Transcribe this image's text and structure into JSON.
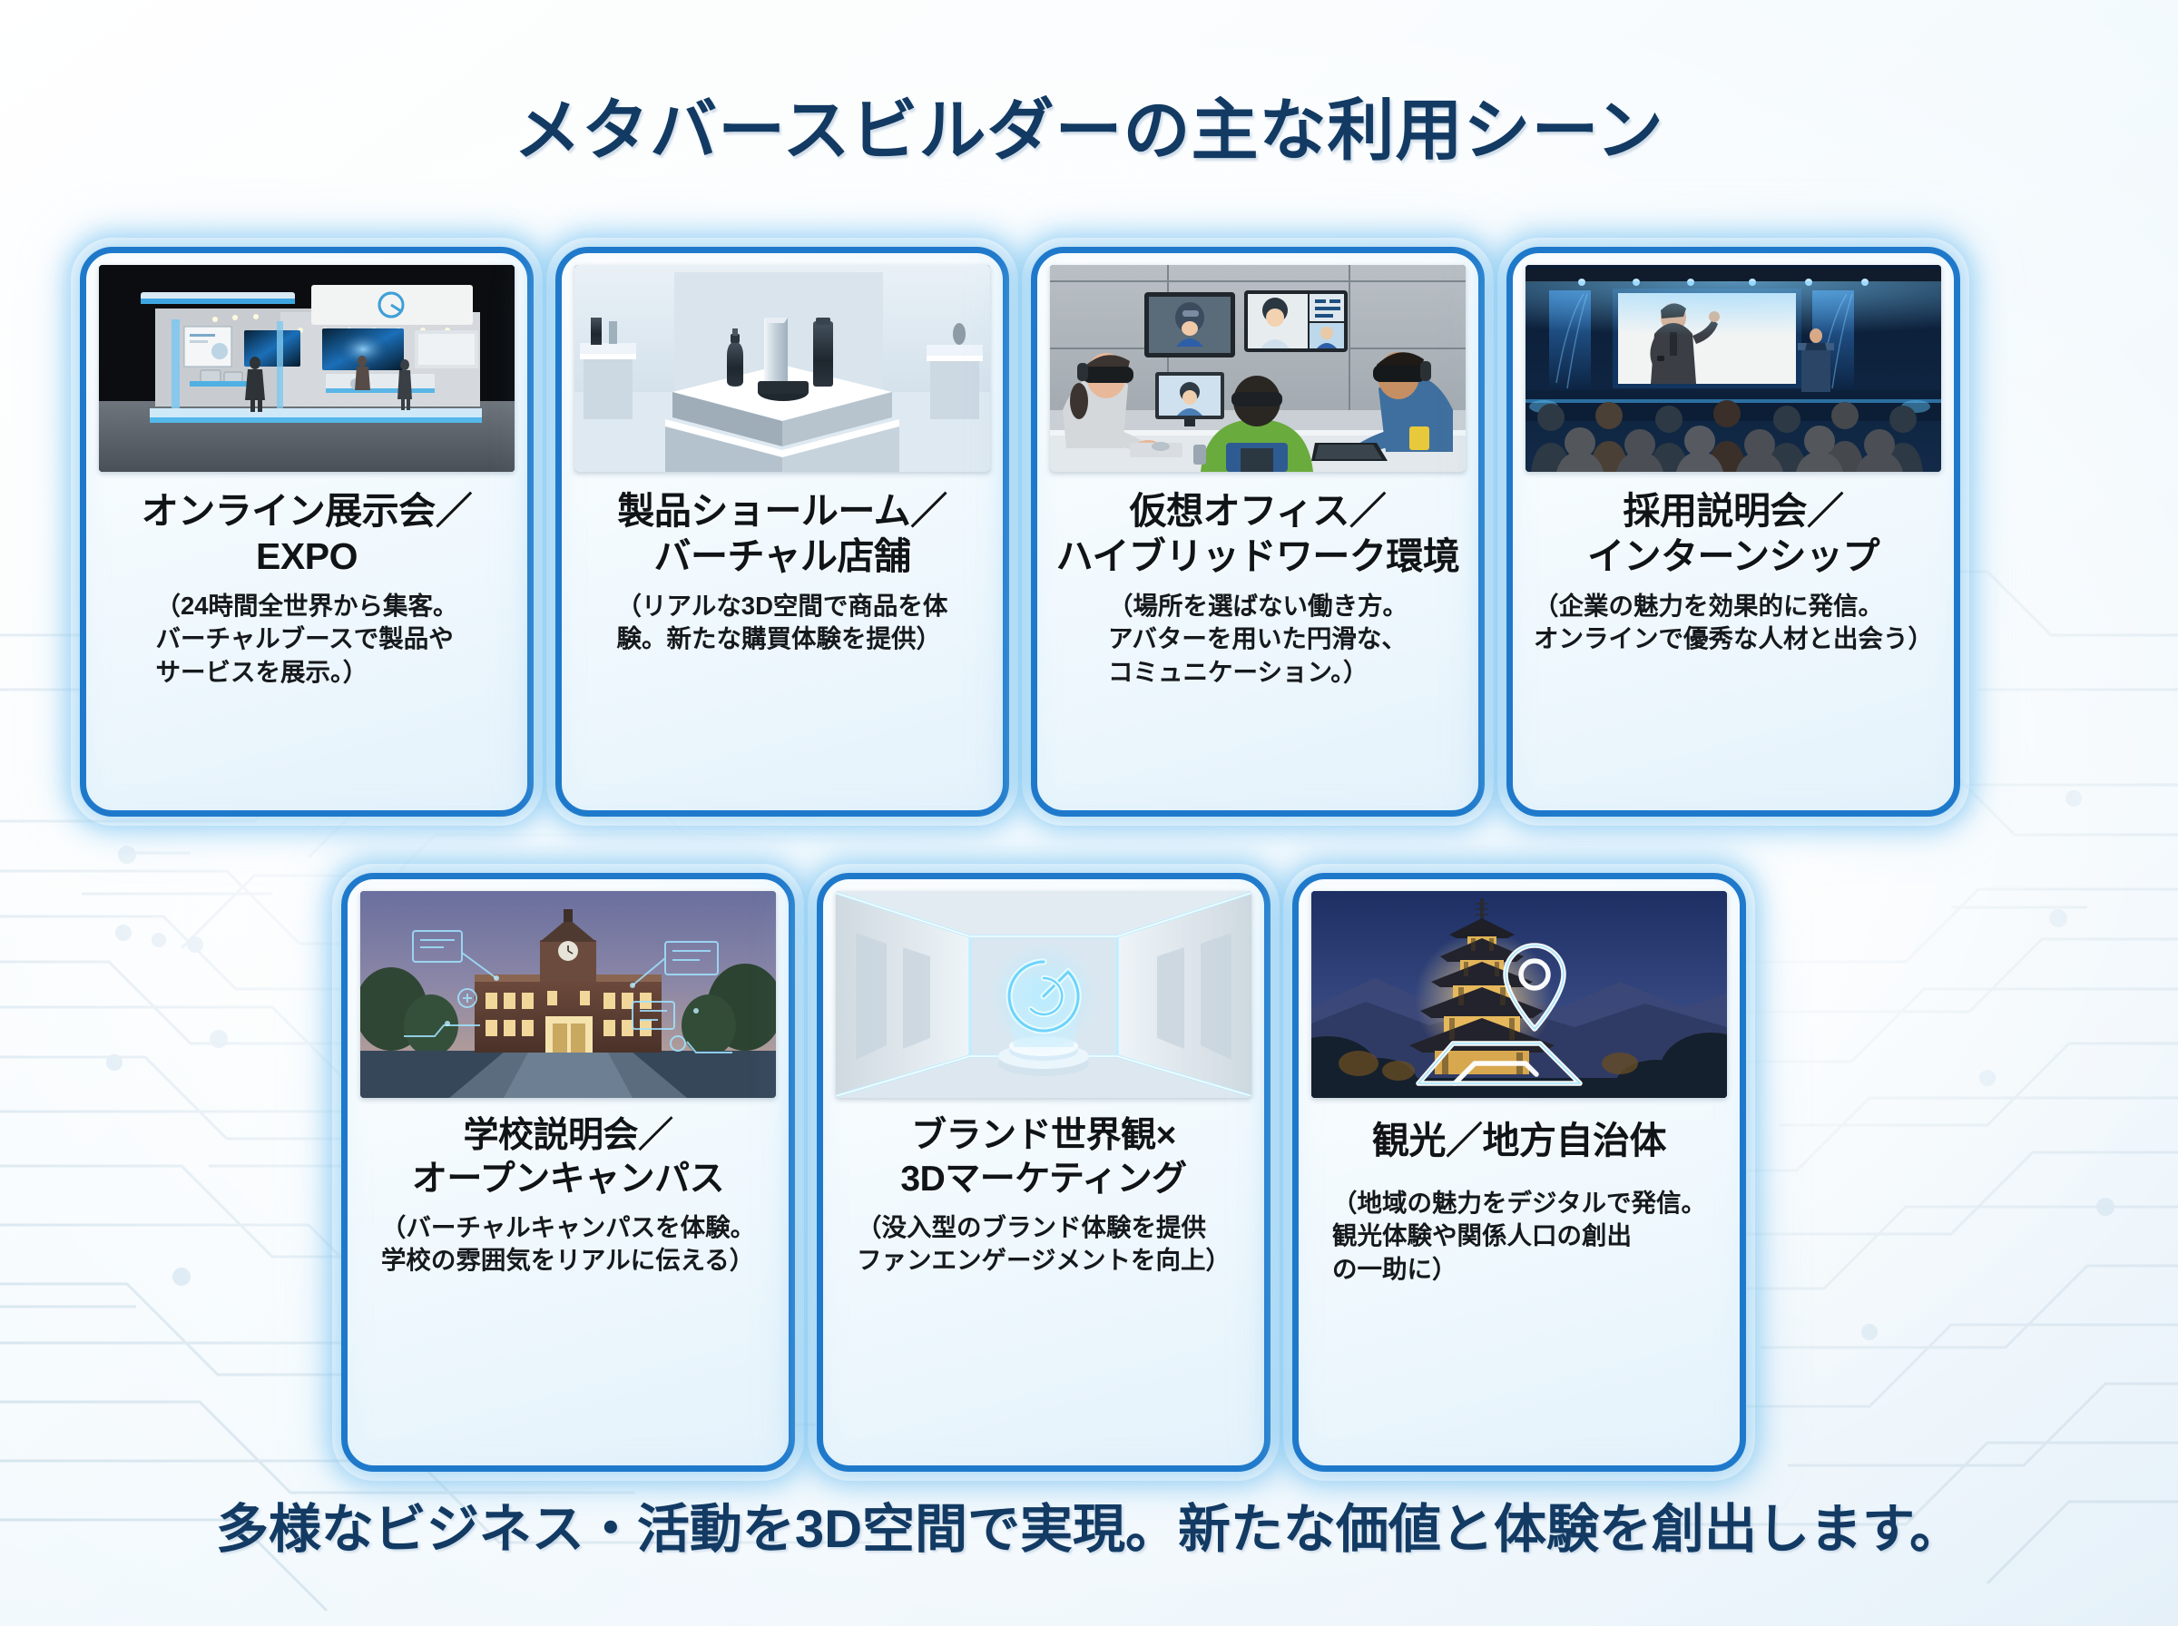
{
  "header": {
    "title": "メタバースビルダーの主な利用シーン"
  },
  "theme": {
    "accent_blue": "#1f79cb",
    "title_navy": "#123a63",
    "glow_cyan": "#6ec3f2",
    "card_bg": "#f3fafe"
  },
  "cards": [
    {
      "id": "online-expo",
      "title": "オンライン展示会／\nEXPO",
      "desc": "（24時間全世界から集客。\nバーチャルブースで製品や\nサービスを展示。）",
      "image_alt": "virtual-exhibition-booth-thumbnail"
    },
    {
      "id": "product-showroom",
      "title": "製品ショールーム／\nバーチャル店舗",
      "desc": "（リアルな3D空間で商品を体\n験。新たな購買体験を提供）",
      "image_alt": "product-showroom-thumbnail"
    },
    {
      "id": "virtual-office",
      "title": "仮想オフィス／\nハイブリッドワーク環境",
      "desc": "（場所を選ばない働き方。\n アバターを用いた円滑な、\n コミュニケーション。）",
      "image_alt": "virtual-office-vr-meeting-thumbnail"
    },
    {
      "id": "recruiting-seminar",
      "title": "採用説明会／\nインターンシップ",
      "desc": "（企業の魅力を効果的に発信。\nオンラインで優秀な人材と出会う）",
      "image_alt": "recruiting-seminar-auditorium-thumbnail"
    },
    {
      "id": "school-open-campus",
      "title": "学校説明会／\nオープンキャンパス",
      "desc": "（バーチャルキャンパスを体験。\n学校の雰囲気をリアルに伝える）",
      "image_alt": "virtual-campus-school-thumbnail"
    },
    {
      "id": "brand-3d-marketing",
      "title": "ブランド世界観×\n3Dマーケティング",
      "desc": "（没入型のブランド体験を提供\nファンエンゲージメントを向上）",
      "image_alt": "brand-hologram-gallery-thumbnail"
    },
    {
      "id": "tourism-local-government",
      "title": "観光／地方自治体",
      "desc": "（地域の魅力をデジタルで発信。\n 観光体験や関係人口の創出\n の一助に）",
      "image_alt": "tourism-pagoda-map-pin-thumbnail"
    }
  ],
  "footer": {
    "text": "多様なビジネス・活動を3D空間で実現。新たな価値と体験を創出します。"
  }
}
